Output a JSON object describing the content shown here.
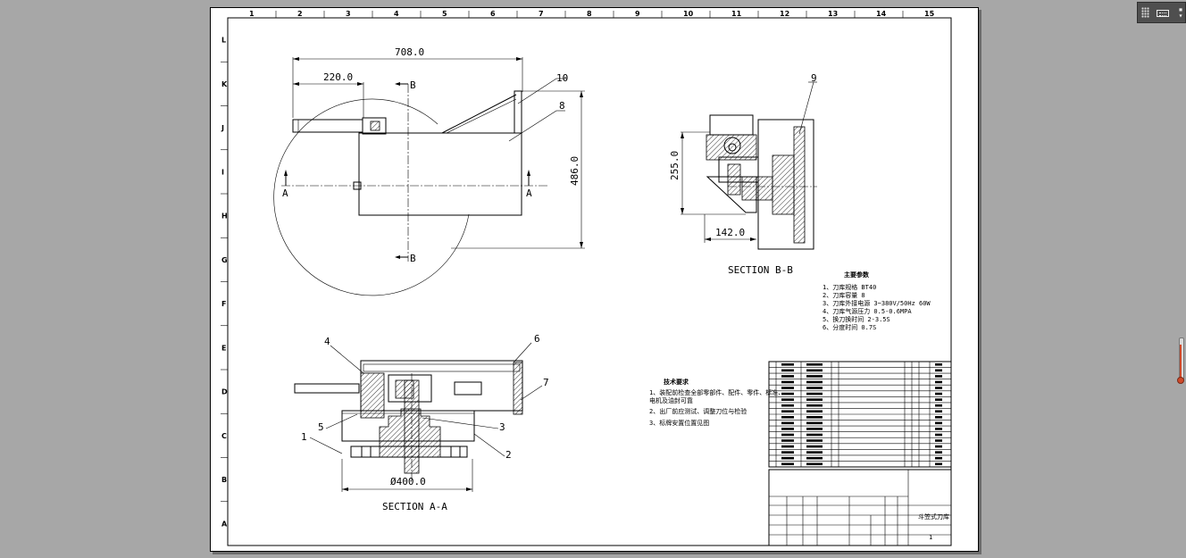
{
  "zones": {
    "columns": [
      "1",
      "2",
      "3",
      "4",
      "5",
      "6",
      "7",
      "8",
      "9",
      "10",
      "11",
      "12",
      "13",
      "14",
      "15"
    ],
    "rows": [
      "L",
      "K",
      "J",
      "I",
      "H",
      "G",
      "F",
      "E",
      "D",
      "C",
      "B",
      "A"
    ]
  },
  "top_view": {
    "dim_overall": "708.0",
    "dim_left": "220.0",
    "dim_height": "486.0",
    "section_mark": "B",
    "cut_mark": "A",
    "balloons": [
      "10",
      "8"
    ]
  },
  "section_bb": {
    "title": "SECTION B-B",
    "dim_height": "255.0",
    "dim_width": "142.0",
    "balloon": "9"
  },
  "section_aa": {
    "title": "SECTION A-A",
    "dim_diameter": "Ø400.0",
    "balloons": [
      "4",
      "5",
      "1",
      "6",
      "7",
      "3",
      "2"
    ]
  },
  "params": {
    "heading": "主要参数",
    "lines": [
      "1、刀库规格  BT40",
      "2、刀库容量  8",
      "3、刀库外接电源 3~380V/50Hz  60W",
      "4、刀库气源压力 0.5-0.6MPA",
      "5、换刀换时间 2-3.5S",
      "6、分度时间 0.7S"
    ]
  },
  "tech_notes": {
    "heading": "技术要求",
    "lines": [
      "1、装配前检查全部零部件、配件、零件、标准、",
      "    电机及油封可靠",
      "2、出厂前应测试、调整刀位与检验",
      "3、标牌安置位置见图"
    ]
  },
  "title_block": {
    "drawing_name": "斗笠式刀库",
    "sheet": "1"
  },
  "icons": {
    "toolbar": [
      "grid-icon",
      "keyboard-icon",
      "dropdown-icon"
    ],
    "handle": "slider-handle-icon"
  },
  "colors": {
    "background": "#a7a7a7",
    "sheet": "#ffffff",
    "handle": "#d04a2a"
  }
}
